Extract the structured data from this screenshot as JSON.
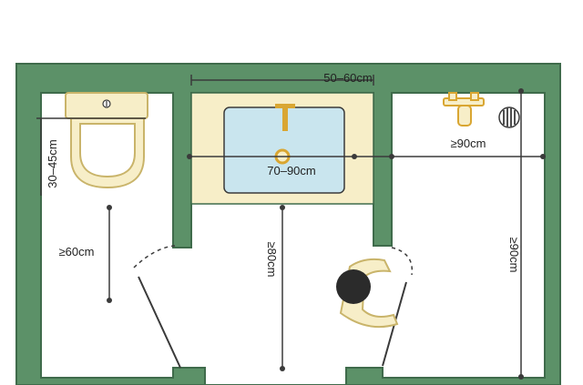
{
  "colors": {
    "wall": "#5c9168",
    "wall_outline": "#3f6b4b",
    "floor": "#ffffff",
    "fixture_fill": "#f7eec8",
    "fixture_stroke": "#c9b46a",
    "basin": "#c9e5ee",
    "tap": "#d9a632",
    "dim_line": "#3a3a3a",
    "person": "#2b2b2b"
  },
  "labels": {
    "sink_width": "50–60cm",
    "toilet_depth": "30–45cm",
    "shower_width": "≥90cm",
    "basin_width": "70–90cm",
    "toilet_clearance": "≥60cm",
    "sink_clearance": "≥80cm",
    "shower_depth": "≥90cm"
  },
  "icons": [
    "toilet-icon",
    "sink-icon",
    "shower-faucet-icon",
    "floor-drain-icon",
    "person-icon"
  ]
}
